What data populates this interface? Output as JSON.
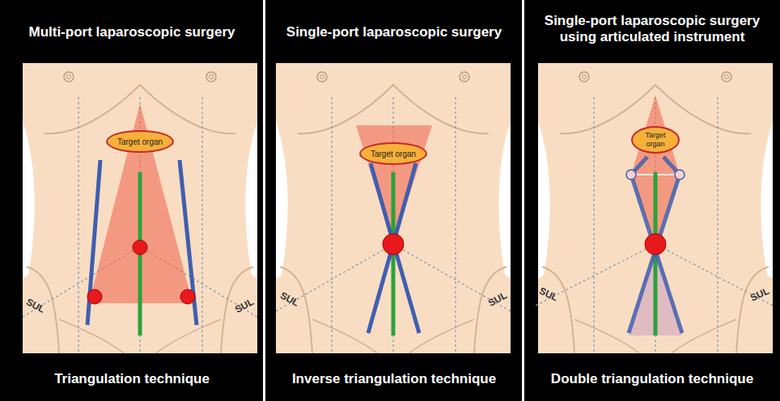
{
  "diagram": {
    "nodes": [
      {
        "text": [
          "Target organ"
        ]
      },
      {
        "text": [
          "Target organ"
        ]
      },
      {
        "text": [
          "Target organ"
        ]
      }
    ],
    "labels": [
      "Multi-port laparoscopic surgery",
      "Single-port laparoscopic surgery",
      "Single-port laparoscopic surgery using articulated instrument",
      "Triangulation technique",
      "Inverse triangulation technique",
      "Double triangulation technique",
      "SUL",
      "SUL",
      "SUL",
      "SUL",
      "SUL",
      "SUL"
    ]
  }
}
